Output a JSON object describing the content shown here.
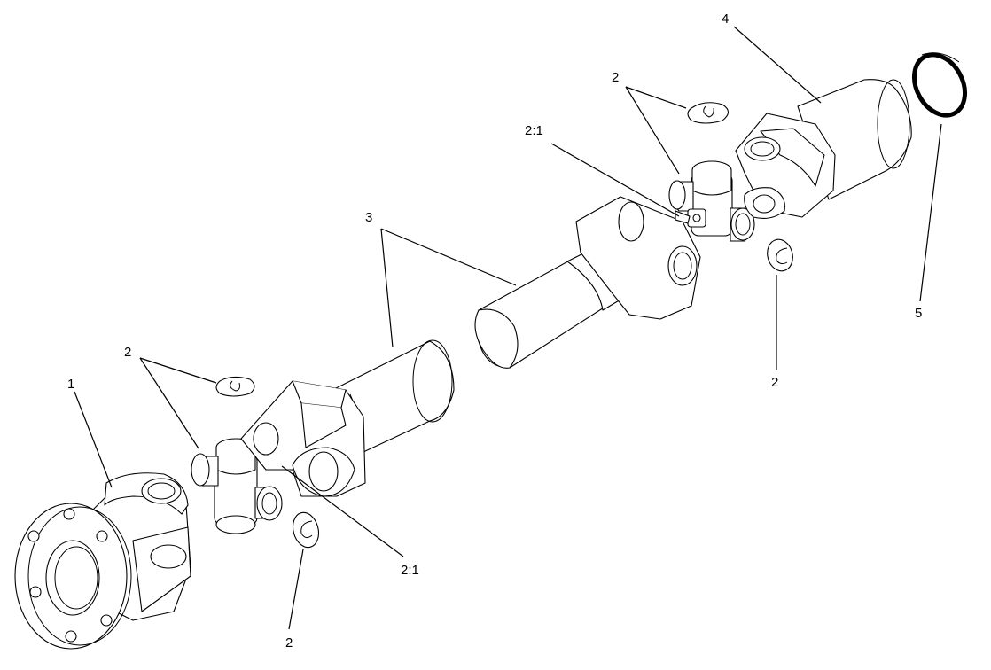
{
  "callouts": {
    "c1": "1",
    "c2_lower_left": "2",
    "c2_lower_right": "2",
    "c2_bottom": "2",
    "c21_lower": "2:1",
    "c3": "3",
    "c2_upper": "2",
    "c21_upper": "2:1",
    "c2_right": "2",
    "c4": "4",
    "c5": "5"
  },
  "colors": {
    "line": "#000000",
    "background": "#ffffff"
  }
}
